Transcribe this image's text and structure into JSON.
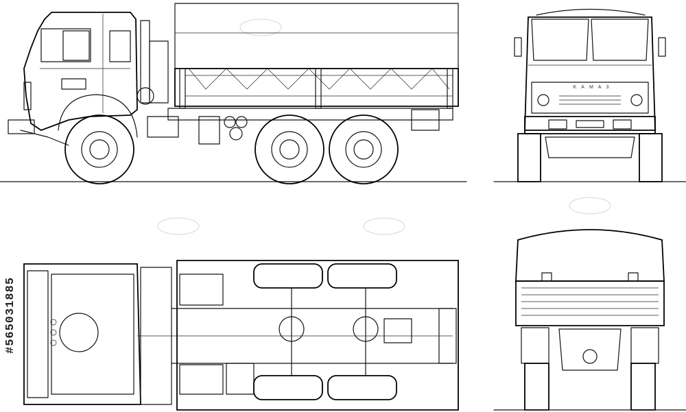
{
  "stock_id": "#565031885",
  "grille_text": "KAMA3",
  "views": {
    "side": "side-view",
    "front": "front-view",
    "top": "top-view",
    "rear": "rear-view"
  },
  "colors": {
    "line": "#111111",
    "background": "#ffffff",
    "watermark": "#d8d8d8"
  }
}
